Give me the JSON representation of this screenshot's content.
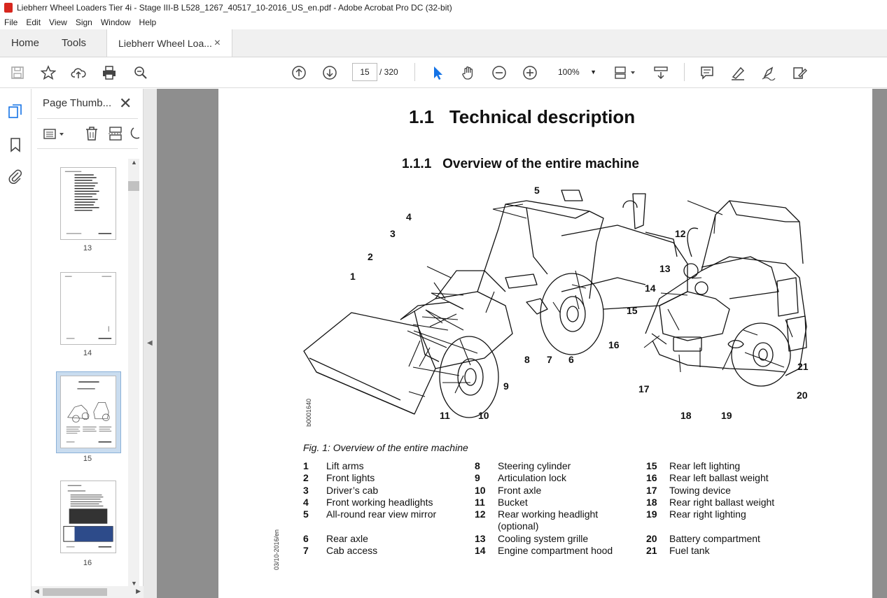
{
  "window": {
    "title": "Liebherr Wheel Loaders Tier 4i - Stage III-B L528_1267_40517_10-2016_US_en.pdf - Adobe Acrobat Pro DC (32-bit)"
  },
  "menu": [
    "File",
    "Edit",
    "View",
    "Sign",
    "Window",
    "Help"
  ],
  "tabs": {
    "home": "Home",
    "tools": "Tools",
    "document": "Liebherr Wheel Loa...",
    "close": "×"
  },
  "toolbar": {
    "page_current": "15",
    "page_total": "/ 320",
    "zoom": "100%"
  },
  "thumbnail_panel": {
    "title": "Page Thumb...",
    "close": "✕",
    "pages": [
      {
        "label": "13"
      },
      {
        "label": "14"
      },
      {
        "label": "15",
        "selected": true
      },
      {
        "label": "16"
      }
    ]
  },
  "document": {
    "heading1": "1.1   Technical description",
    "heading2": "1.1.1   Overview of the entire machine",
    "figure_code": "b0001640",
    "caption": "Fig. 1: Overview of the entire machine",
    "side_code": "03/10-2016/en",
    "callouts": [
      "1",
      "2",
      "3",
      "4",
      "5",
      "6",
      "7",
      "8",
      "9",
      "10",
      "11",
      "12",
      "13",
      "14",
      "15",
      "16",
      "17",
      "18",
      "19",
      "20",
      "21"
    ],
    "legend": {
      "col1": [
        {
          "n": "1",
          "t": "Lift arms"
        },
        {
          "n": "2",
          "t": "Front lights"
        },
        {
          "n": "3",
          "t": "Driver’s cab"
        },
        {
          "n": "4",
          "t": "Front working headlights"
        },
        {
          "n": "5",
          "t": "All-round rear view mirror"
        },
        {
          "n": "6",
          "t": "Rear axle"
        },
        {
          "n": "7",
          "t": "Cab access"
        }
      ],
      "col2": [
        {
          "n": "8",
          "t": "Steering cylinder"
        },
        {
          "n": "9",
          "t": "Articulation lock"
        },
        {
          "n": "10",
          "t": "Front axle"
        },
        {
          "n": "11",
          "t": "Bucket"
        },
        {
          "n": "12",
          "t": "Rear working headlight (optional)"
        },
        {
          "n": "13",
          "t": "Cooling system grille"
        },
        {
          "n": "14",
          "t": "Engine compartment hood"
        }
      ],
      "col3": [
        {
          "n": "15",
          "t": "Rear left lighting"
        },
        {
          "n": "16",
          "t": "Rear left ballast weight"
        },
        {
          "n": "17",
          "t": "Towing device"
        },
        {
          "n": "18",
          "t": "Rear right ballast weight"
        },
        {
          "n": "19",
          "t": "Rear right lighting"
        },
        {
          "n": "20",
          "t": "Battery compartment"
        },
        {
          "n": "21",
          "t": "Fuel tank"
        }
      ]
    }
  }
}
